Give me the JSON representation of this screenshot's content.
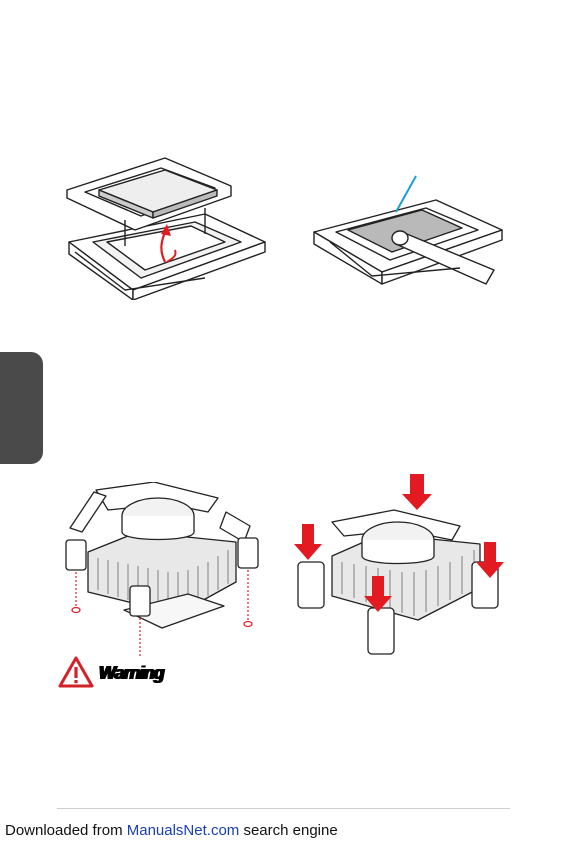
{
  "warning": {
    "label": "Warning",
    "icon": "warning-triangle-icon",
    "color": "#d42027"
  },
  "footer": {
    "prefix": "Downloaded from ",
    "link": "ManualsNet.com",
    "suffix": " search engine",
    "link_color": "#1a3fb5"
  },
  "colors": {
    "side_tab": "#4a4a4a",
    "arrow_red": "#e21b22",
    "paste_line": "#1a9fd6"
  }
}
